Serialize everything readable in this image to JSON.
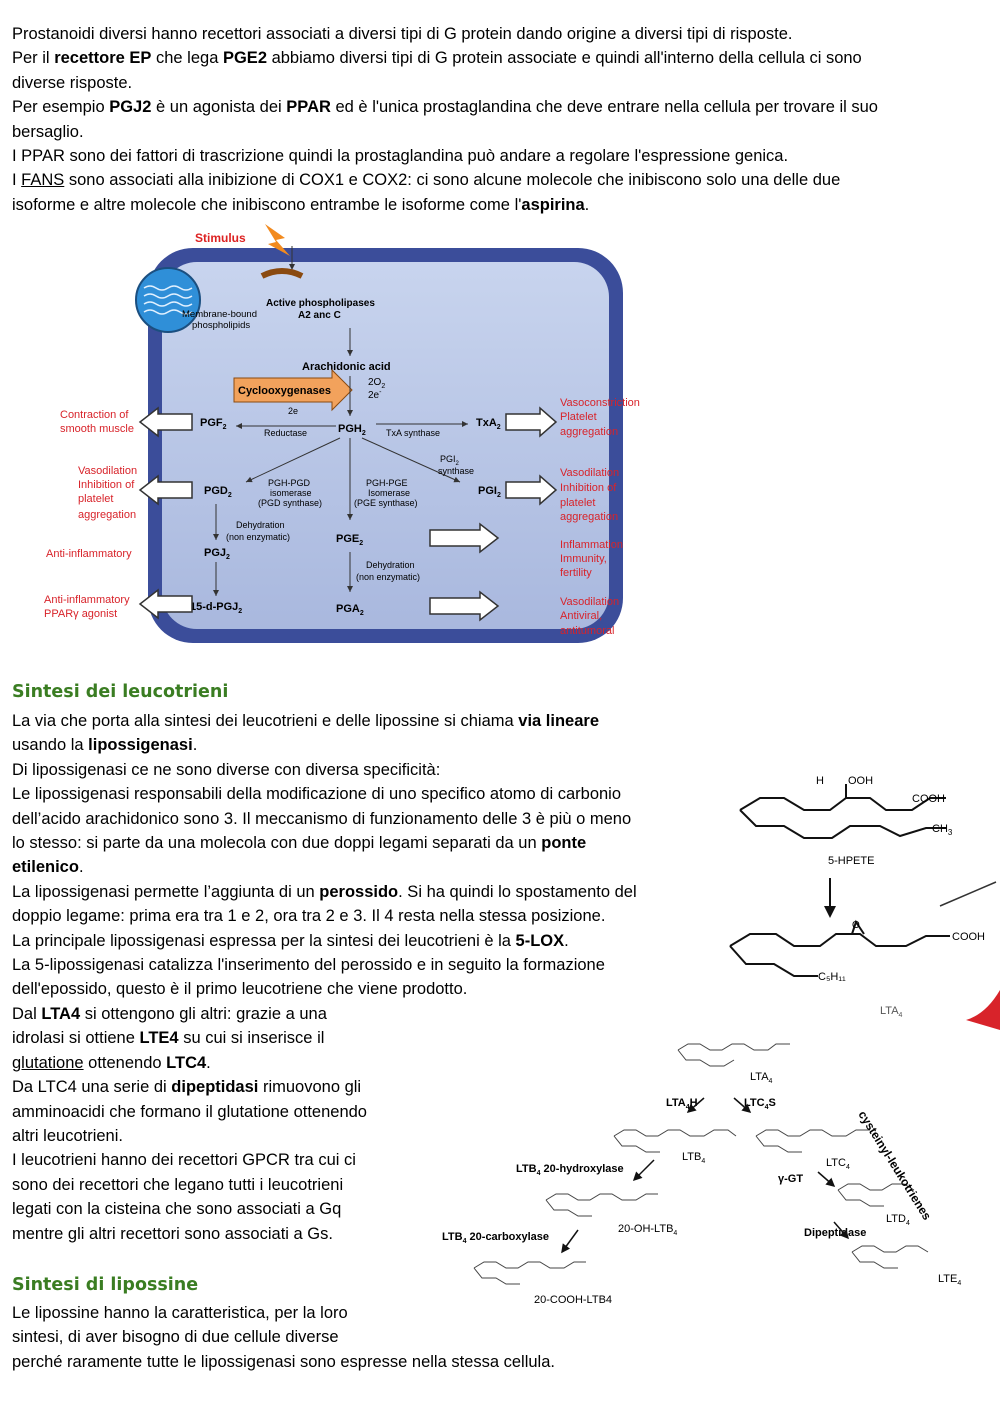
{
  "intro": {
    "l1": "Prostanoidi diversi hanno recettori associati a diversi tipi di G protein dando origine a diversi tipi di risposte.",
    "l2_a": "Per il ",
    "l2_b": "recettore EP",
    "l2_c": " che lega ",
    "l2_d": "PGE2",
    "l2_e": " abbiamo diversi tipi di G protein associate e quindi all'interno della cellula ci sono",
    "l3": "diverse risposte.",
    "l4_a": "Per esempio ",
    "l4_b": "PGJ2",
    "l4_c": " è un agonista dei  ",
    "l4_d": "PPAR",
    "l4_e": " ed è l'unica prostaglandina che deve entrare nella cellula per trovare il suo",
    "l5": "bersaglio.",
    "l6": "I PPAR sono dei fattori di trascrizione quindi la prostaglandina può andare a regolare l'espressione genica.",
    "l7_a": "I ",
    "l7_b": "FANS",
    "l7_c": " sono associati alla inibizione di COX1 e COX2: ci sono alcune molecole che inibiscono solo una delle due",
    "l8_a": "isoforme e altre molecole che inibiscono entrambe le isoforme come l'",
    "l8_b": "aspirina",
    "l8_c": "."
  },
  "pathway": {
    "stimulus": "Stimulus",
    "membrane": "Membrane-bound",
    "membrane2": "phospholipids",
    "active": "Active phospholipases",
    "active2": "A2 anc C",
    "aa": "Arachidonic acid",
    "cox": "Cyclooxygenases",
    "o2": "2O",
    "o2sub": "2",
    "e2": "2e",
    "pgf2": "PGF",
    "reductase": "Reductase",
    "pgh2": "PGH",
    "txa_synth": "TxA synthase",
    "txa2": "TxA",
    "pgi2_synth": "PGI",
    "pgi2_synth2": "synthase",
    "pgd2": "PGD",
    "pgi2": "PGI",
    "pghpgd": "PGH-PGD",
    "isomerase": "isomerase",
    "pgd_synth": "(PGD synthase)",
    "pghpge": "PGH-PGE",
    "isomerase2": "Isomerase",
    "pge_synth": "(PGE synthase)",
    "dehyd": "Dehydration",
    "nonenz": "(non enzymatic)",
    "pgj2": "PGJ",
    "pge2": "PGE",
    "dehyd2": "Dehydration",
    "nonenz2": "(non enzymatic)",
    "dpgj2": "15-d-PGJ",
    "pga2": "PGA",
    "left": [
      "Contraction of",
      "smooth muscle",
      "Vasodilation",
      "Inhibition of",
      "platelet",
      "aggregation",
      "Anti-inflammatory",
      "Anti-inflammatory",
      "PPARγ agonist"
    ],
    "right": [
      "Vasoconstriction",
      "Platelet",
      "aggregation",
      "Vasodilation",
      "Inhibition of",
      "platelet",
      "aggregation",
      "Inflammation",
      "Immunity,",
      "fertility",
      "Vasodilation",
      "Antiviral,",
      "antitumoral"
    ]
  },
  "leuco": {
    "heading": "Sintesi dei leucotrieni",
    "p1_a": "La via che porta alla sintesi dei leucotrieni e delle lipossine si chiama ",
    "p1_b": "via lineare",
    "p2_a": "usando la ",
    "p2_b": "lipossigenasi",
    "p2_c": ".",
    "p3": "Di lipossigenasi ce ne sono diverse con diversa specificità:",
    "p4": "Le lipossigenasi responsabili della modificazione di uno specifico atomo di carbonio",
    "p5": "dell’acido arachidonico sono 3. Il meccanismo di funzionamento delle 3 è più o meno",
    "p6_a": "lo stesso: si parte da una molecola con due doppi legami separati da un ",
    "p6_b": "ponte",
    "p7_a": "etilenico",
    "p7_b": ".",
    "p8_a": "La lipossigenasi permette l’aggiunta di un ",
    "p8_b": "perossido",
    "p8_c": ". Si ha quindi lo spostamento del",
    "p9": "doppio legame: prima era tra 1 e 2, ora tra 2 e 3. Il 4 resta nella stessa posizione.",
    "p10_a": "La principale lipossigenasi  espressa per la sintesi dei leucotrieni è la ",
    "p10_b": "5-LOX",
    "p10_c": ".",
    "p11": "La 5-lipossigenasi catalizza l'inserimento del perossido e in seguito la formazione",
    "p12": "dell'epossido, questo è il primo leucotriene che viene prodotto.",
    "p13_a": "Dal ",
    "p13_b": "LTA4",
    "p13_c": " si ottengono gli altri: grazie a una",
    "p14_a": "idrolasi si ottiene ",
    "p14_b": "LTE4",
    "p14_c": " su cui si inserisce il",
    "p15_a": "glutatione",
    "p15_b": " ottenendo ",
    "p15_c": "LTC4",
    "p15_d": ".",
    "p16_a": "Da LTC4 una serie di ",
    "p16_b": "dipeptidasi",
    "p16_c": " rimuovono gli",
    "p17": "amminoacidi che formano il glutatione ottenendo",
    "p18": "altri leucotrieni.",
    "p19": "I leucotrieni hanno dei recettori GPCR tra cui ci",
    "p20": "sono dei recettori che legano tutti i leucotrieni",
    "p21": "legati con la cisteina che sono associati a Gq",
    "p22": "mentre gli altri recettori sono associati a Gs."
  },
  "hpete": {
    "h": "H",
    "ooh": "OOH",
    "cooh": "COOH",
    "ch3": "CH",
    "label": "5-HPETE",
    "cooh2": "COOH",
    "o": "O",
    "c5h11": "C₅H₁₁",
    "lta4": "LTA"
  },
  "cascade": {
    "lta4": "LTA",
    "lta4h": "LTA",
    "lta4h2": "H",
    "ltc4s": "LTC",
    "ltc4s2": "S",
    "ltb4": "LTB",
    "ltc4": "LTC",
    "ltb4hyd": "LTB",
    "ltb4hyd2": " 20-hydroxylase",
    "ggt": "γ-GT",
    "ohltb4": "20-OH-LTB",
    "ltd4": "LTD",
    "dipeptidase": "Dipeptidase",
    "ltb4carb": "LTB",
    "ltb4carb2": " 20-carboxylase",
    "cooh_ltb4": "20-COOH-LTB4",
    "lte4": "LTE",
    "cyst": "cysteinyl-leukotrienes"
  },
  "lipox": {
    "heading": "Sintesi di lipossine",
    "p1": "Le lipossine hanno la caratteristica, per la loro",
    "p2": "sintesi, di aver bisogno di due cellule diverse",
    "p3": "perché raramente tutte le lipossigenasi sono espresse nella stessa cellula."
  }
}
